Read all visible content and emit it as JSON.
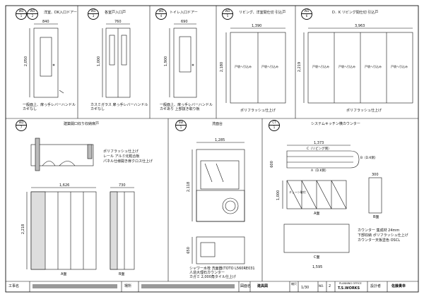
{
  "panels": {
    "wd1": {
      "code": "WD",
      "num": "1",
      "code2": "WD",
      "num2": "2",
      "title": "洋室、DK入口ドアー",
      "width": "840",
      "height": "2,050",
      "note1": "一般面上、扉っ手レバーハンドル",
      "note2": "カギなし"
    },
    "wd3": {
      "code": "WD",
      "num": "3",
      "title": "各室戸入口戸",
      "width": "760",
      "height": "1,000",
      "note1": "カスミガラス 扉っ手レバーハンドル",
      "note2": "カギなし"
    },
    "wd4": {
      "code": "WD",
      "num": "4",
      "title": "トイレ入口ドアー",
      "width": "690",
      "height": "1,900",
      "note1": "一般面上、扉っ手レバーハンドル",
      "note2": "カギあり 上部抜き取り板"
    },
    "wd5": {
      "code": "WD",
      "num": "5",
      "title": "リビング、洋室間仕切 引込戸",
      "width": "1,390",
      "height": "2,180",
      "leaf_label": "戸袋へ引込み",
      "note": "ポリフラッシュ仕上げ"
    },
    "wd6": {
      "code": "WD",
      "num": "6",
      "title": "D．K リビング間仕切 引込戸",
      "width": "3,963",
      "height": "2,219",
      "leaf_label": "戸袋へ引込み",
      "note": "ポリフラッシュ仕上げ"
    },
    "wd7": {
      "code": "WD",
      "num": "7",
      "title": "建築開口収り収納扉戸",
      "note1": "ポリフラッシュ仕上げ",
      "note2": "レール アルミ化粧合板",
      "note3": "パネル仕様開き扉クロス仕上げ",
      "width_a": "1,626",
      "height_a": "2,218",
      "label_a": "A面",
      "width_b": "730",
      "label_b": "B面"
    },
    "sw1": {
      "code": "SW",
      "num": "1",
      "title": "洗面台",
      "width": "1,285",
      "height": "2,118",
      "side": "650",
      "note1": "シャワー水栓 洗面器(TOTO L560RE031",
      "note2": "人造大理石カウンター",
      "note3": "カガミ 2,000角タイル仕上げ"
    },
    "ct1": {
      "code": "CT",
      "num": "1",
      "title": "システムキッチン横カウンター",
      "width_top": "1,373",
      "label_c": "C（リビング側）",
      "label_b": "B（D.K側）",
      "label_a": "A（D.K側）",
      "dim_600": "600",
      "dim_300": "300",
      "height": "1,000",
      "label_a_face": "A面",
      "label_b_face": "B面",
      "label_c_face": "C面",
      "width_bottom": "1,595",
      "note1": "カウンター 集成材 24mm",
      "note2": "下部収納 ポリフラッシュ仕上げ",
      "note3": "カウンター天板塗色 OSCL",
      "chip_label": "チェーン取付"
    }
  },
  "title_block": {
    "project_label": "工事名",
    "place_label": "場所",
    "drawing_label": "図面名",
    "drawing_title": "建具図",
    "scale_label": "縮尺",
    "scale": "1/30",
    "number_label": "NO.",
    "number": "2",
    "office_label": "PLANNING OFFICE",
    "office": "T.S.WORKS",
    "drawer_label": "設計者",
    "drawer": "佐藤貴幸"
  }
}
